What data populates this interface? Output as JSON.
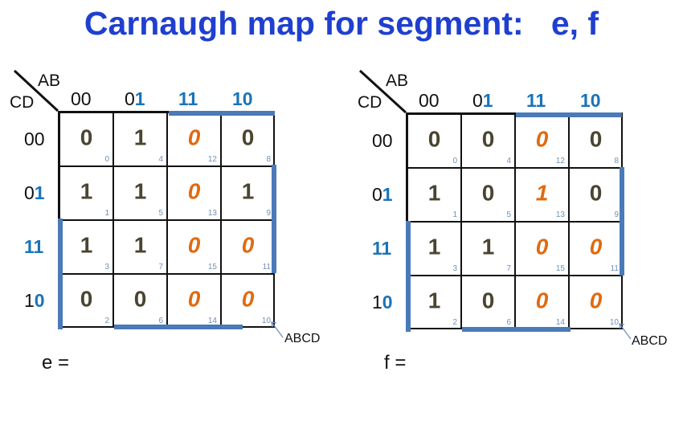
{
  "title": "Carnaugh map for segment:   e, f",
  "maps": [
    {
      "id": "e",
      "ab_label": "AB",
      "cd_label": "CD",
      "col_headers": [
        {
          "a": "0",
          "b": "0",
          "b_blue": false,
          "all_blue": false
        },
        {
          "a": "0",
          "b": "1",
          "b_blue": true,
          "all_blue": false
        },
        {
          "a": "1",
          "b": "1",
          "b_blue": true,
          "all_blue": true
        },
        {
          "a": "1",
          "b": "0",
          "b_blue": true,
          "all_blue": true
        }
      ],
      "row_headers": [
        {
          "a": "0",
          "b": "0",
          "b_blue": false,
          "all_blue": false
        },
        {
          "a": "0",
          "b": "1",
          "b_blue": true,
          "all_blue": false
        },
        {
          "a": "1",
          "b": "1",
          "b_blue": true,
          "all_blue": true
        },
        {
          "a": "1",
          "b": "0",
          "b_blue": true,
          "all_blue": false
        }
      ],
      "cells": [
        [
          {
            "v": "0",
            "i": "0",
            "o": false
          },
          {
            "v": "1",
            "i": "4",
            "o": false
          },
          {
            "v": "0",
            "i": "12",
            "o": true
          },
          {
            "v": "0",
            "i": "8",
            "o": false
          }
        ],
        [
          {
            "v": "1",
            "i": "1",
            "o": false
          },
          {
            "v": "1",
            "i": "5",
            "o": false
          },
          {
            "v": "0",
            "i": "13",
            "o": true
          },
          {
            "v": "1",
            "i": "9",
            "o": false
          }
        ],
        [
          {
            "v": "1",
            "i": "3",
            "o": false
          },
          {
            "v": "1",
            "i": "7",
            "o": false
          },
          {
            "v": "0",
            "i": "15",
            "o": true
          },
          {
            "v": "0",
            "i": "11",
            "o": true
          }
        ],
        [
          {
            "v": "0",
            "i": "2",
            "o": false
          },
          {
            "v": "0",
            "i": "6",
            "o": false
          },
          {
            "v": "0",
            "i": "14",
            "o": true
          },
          {
            "v": "0",
            "i": "10",
            "o": true
          }
        ]
      ],
      "abcd_label": "ABCD",
      "equation": "e ="
    },
    {
      "id": "f",
      "ab_label": "AB",
      "cd_label": "CD",
      "col_headers": [
        {
          "a": "0",
          "b": "0",
          "b_blue": false,
          "all_blue": false
        },
        {
          "a": "0",
          "b": "1",
          "b_blue": true,
          "all_blue": false
        },
        {
          "a": "1",
          "b": "1",
          "b_blue": true,
          "all_blue": true
        },
        {
          "a": "1",
          "b": "0",
          "b_blue": true,
          "all_blue": true
        }
      ],
      "row_headers": [
        {
          "a": "0",
          "b": "0",
          "b_blue": false,
          "all_blue": false
        },
        {
          "a": "0",
          "b": "1",
          "b_blue": true,
          "all_blue": false
        },
        {
          "a": "1",
          "b": "1",
          "b_blue": true,
          "all_blue": true
        },
        {
          "a": "1",
          "b": "0",
          "b_blue": true,
          "all_blue": false
        }
      ],
      "cells": [
        [
          {
            "v": "0",
            "i": "0",
            "o": false
          },
          {
            "v": "0",
            "i": "4",
            "o": false
          },
          {
            "v": "0",
            "i": "12",
            "o": true
          },
          {
            "v": "0",
            "i": "8",
            "o": false
          }
        ],
        [
          {
            "v": "1",
            "i": "1",
            "o": false
          },
          {
            "v": "0",
            "i": "5",
            "o": false
          },
          {
            "v": "1",
            "i": "13",
            "o": true
          },
          {
            "v": "0",
            "i": "9",
            "o": false
          }
        ],
        [
          {
            "v": "1",
            "i": "3",
            "o": false
          },
          {
            "v": "1",
            "i": "7",
            "o": false
          },
          {
            "v": "0",
            "i": "15",
            "o": true
          },
          {
            "v": "0",
            "i": "11",
            "o": true
          }
        ],
        [
          {
            "v": "1",
            "i": "2",
            "o": false
          },
          {
            "v": "0",
            "i": "6",
            "o": false
          },
          {
            "v": "0",
            "i": "14",
            "o": true
          },
          {
            "v": "0",
            "i": "10",
            "o": true
          }
        ]
      ],
      "abcd_label": "ABCD",
      "equation": "f ="
    }
  ],
  "colors": {
    "title_blue": "#1f3fd0",
    "header_blue": "#1a73b8",
    "value_dark": "#4a4530",
    "value_orange": "#e06a10",
    "bar_blue": "#4a7ab8",
    "index_grey_blue": "#7090b8"
  }
}
